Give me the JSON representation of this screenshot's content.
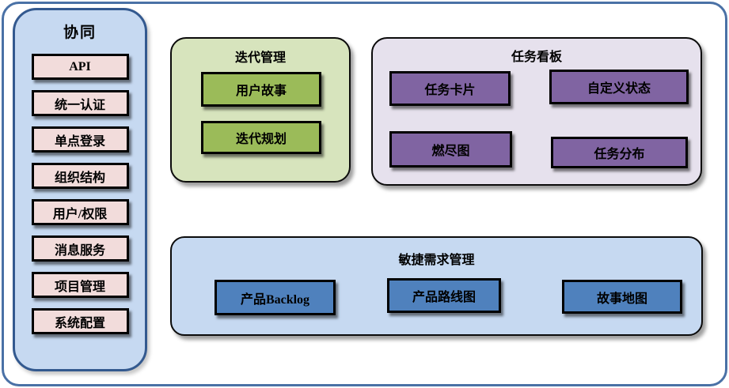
{
  "sidebar": {
    "title": "协同",
    "items": [
      "API",
      "统一认证",
      "单点登录",
      "组织结构",
      "用户/权限",
      "消息服务",
      "项目管理",
      "系统配置"
    ]
  },
  "iteration": {
    "title": "迭代管理",
    "items": [
      "用户故事",
      "迭代规划"
    ]
  },
  "kanban": {
    "title": "任务看板",
    "items": [
      "任务卡片",
      "自定义状态",
      "燃尽图",
      "任务分布"
    ]
  },
  "agile": {
    "title": "敏捷需求管理",
    "items": [
      "产品Backlog",
      "产品路线图",
      "故事地图"
    ]
  },
  "colors": {
    "outer_border": "#4A71A6",
    "sidebar_bg": "#C6D9F1",
    "sidebar_border": "#33598F",
    "sidebar_item_bg": "#F2DCDB",
    "iteration_panel_bg": "#D7E4BD",
    "iteration_node_bg": "#9BBB59",
    "kanban_panel_bg": "#E6E1ED",
    "kanban_node_bg": "#8064A2",
    "agile_panel_bg": "#C6D9F1",
    "agile_node_bg": "#4F81BD",
    "node_border": "#000000",
    "text": "#000000"
  }
}
